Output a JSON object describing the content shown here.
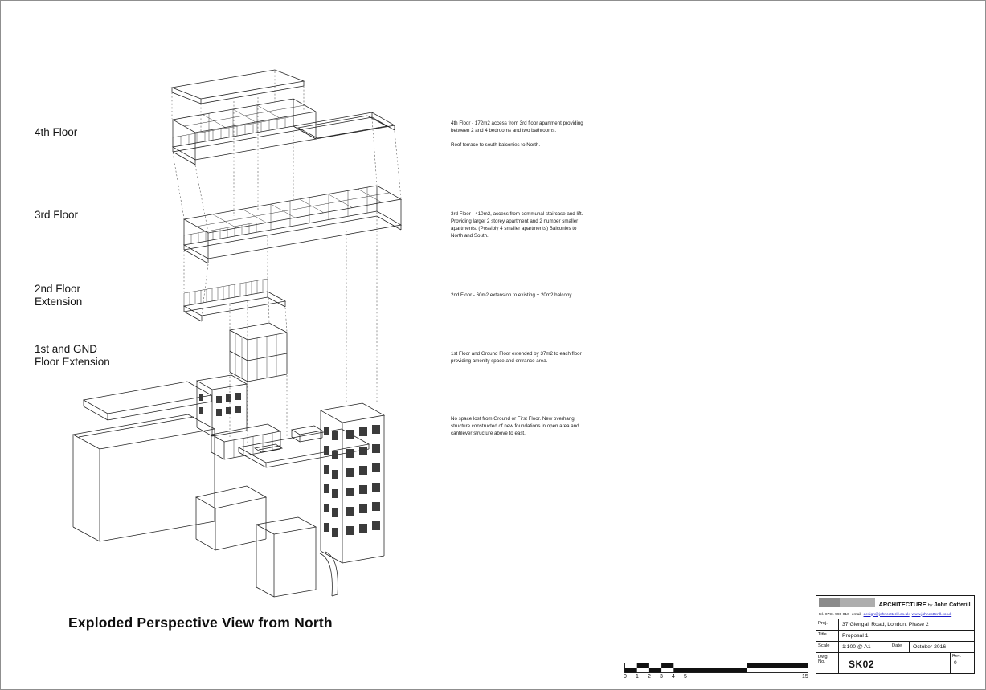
{
  "sheet": {
    "drawing_title": "Exploded Perspective View from North"
  },
  "floor_labels": [
    {
      "label": "4th Floor"
    },
    {
      "label": "3rd Floor"
    },
    {
      "label": "2nd Floor\nExtension"
    },
    {
      "label": "1st and GND\nFloor Extension"
    }
  ],
  "annotations": [
    {
      "text": "4th Floor - 172m2 access from 3rd floor apartment providing between 2 and 4 bedrooms and two bathrooms.\n\nRoof terrace to south balconies to North."
    },
    {
      "text": "3rd Floor - 410m2, access from communal staircase and lift. Providing larger 2 storey apartment and 2 number smaller apartments. (Possibly 4 smaller apartments) Balconies to North and South."
    },
    {
      "text": "2nd Floor - 60m2 extension to existing + 20m2 balcony."
    },
    {
      "text": "1st Floor and Ground Floor extended by 37m2 to each floor providing amenity space and entrance area."
    },
    {
      "text": "No space lost from Ground or First Floor. New overhang structure constructed of new foundations in open area and cantilever structure above to east."
    }
  ],
  "title_block": {
    "firm_name": "ARCHITECTURE",
    "firm_by": "by",
    "firm_person": "John Cotterill",
    "contact_tel": "tel. 0791 990 010",
    "contact_email_label": "email",
    "contact_email": "design@johncotterill.co.uk",
    "contact_web": "www.johncotterill.co.uk",
    "proj_label": "Proj.",
    "proj_value": "37 Glengall Road, London. Phase 2",
    "title_label": "Title",
    "title_value": "Proposal 1",
    "scale_label": "Scale",
    "scale_value": "1:100 @ A1",
    "date_label": "Date",
    "date_value": "October 2016",
    "dwg_label": "Dwg\nNo.",
    "dwg_value": "SK02",
    "rev_label": "Rev.",
    "rev_value": "0"
  },
  "scale_bar": {
    "tick_labels": [
      "0",
      "1",
      "2",
      "3",
      "4",
      "5"
    ],
    "end_label": "15"
  }
}
